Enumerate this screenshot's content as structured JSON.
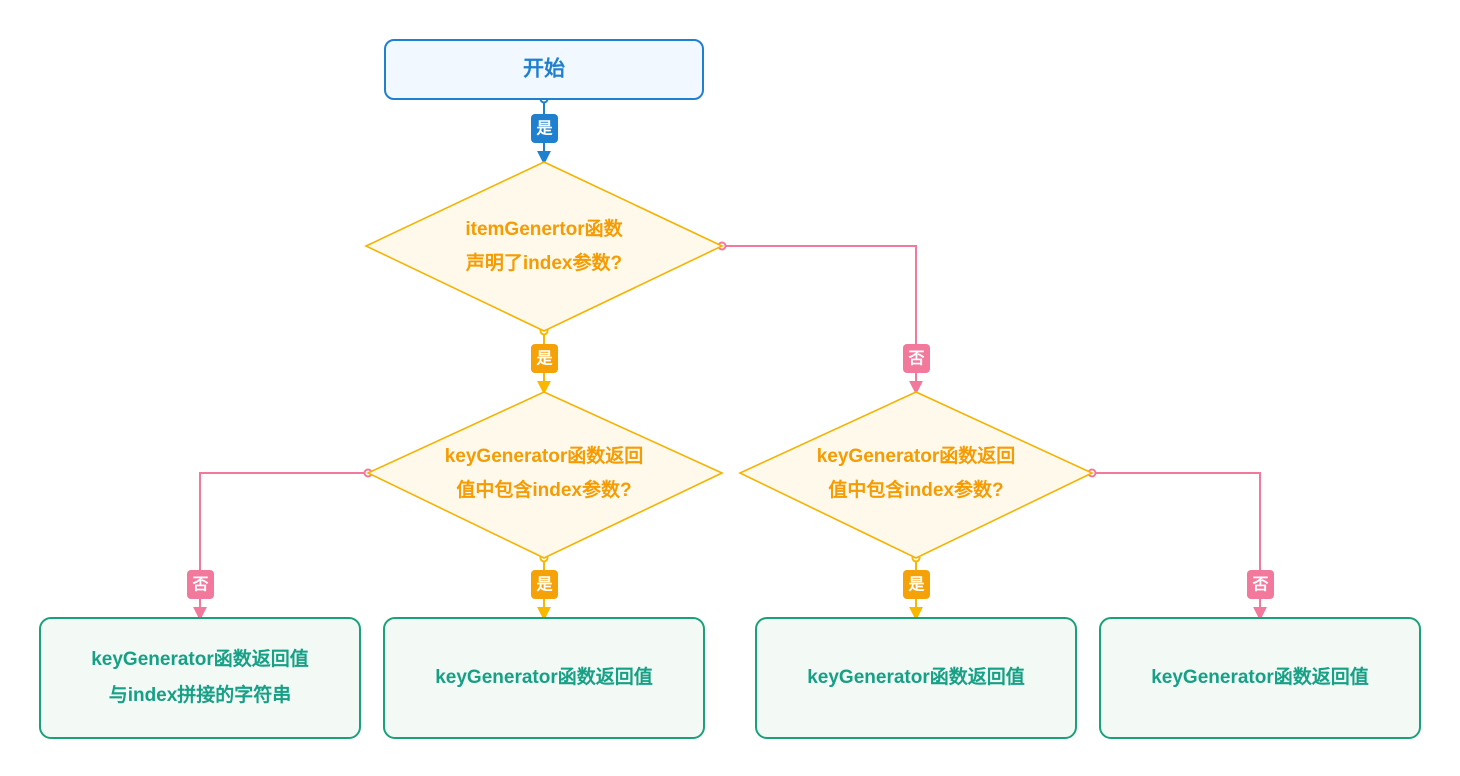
{
  "diagram": {
    "type": "flowchart",
    "title_text": "",
    "colors": {
      "start_stroke": "#2080d0",
      "start_fill": "#f1f8ff",
      "decision_stroke": "#f5b301",
      "decision_fill": "#fff9ec",
      "decision_text": "#f59c02",
      "result_stroke": "#1aa179",
      "result_fill": "#f3faf5",
      "result_text": "#16a085",
      "edge_yes_blue": "#2080d0",
      "edge_yes_orange": "#f9b800",
      "edge_no_pink": "#f2789c",
      "background": "#ffffff"
    },
    "nodes": {
      "start": {
        "label": "开始",
        "shape": "rounded-rect"
      },
      "decision1": {
        "line1": "itemGenertor函数",
        "line2": "声明了index参数?",
        "shape": "diamond"
      },
      "decision2": {
        "line1": "keyGenerator函数返回",
        "line2": "值中包含index参数?",
        "shape": "diamond"
      },
      "decision3": {
        "line1": "keyGenerator函数返回",
        "line2": "值中包含index参数?",
        "shape": "diamond"
      },
      "result1": {
        "line1": "keyGenerator函数返回值",
        "line2": "与index拼接的字符串",
        "shape": "rounded-rect"
      },
      "result2": {
        "line1": "keyGenerator函数返回值",
        "line2": "",
        "shape": "rounded-rect"
      },
      "result3": {
        "line1": "keyGenerator函数返回值",
        "line2": "",
        "shape": "rounded-rect"
      },
      "result4": {
        "line1": "keyGenerator函数返回值",
        "line2": "",
        "shape": "rounded-rect"
      }
    },
    "edges": [
      {
        "id": "start-to-d1",
        "label": "是",
        "color": "blue",
        "from": "start",
        "to": "decision1"
      },
      {
        "id": "d1-yes-to-d2",
        "label": "是",
        "color": "orange",
        "from": "decision1",
        "to": "decision2"
      },
      {
        "id": "d1-no-to-d3",
        "label": "否",
        "color": "pink",
        "from": "decision1",
        "to": "decision3"
      },
      {
        "id": "d2-no-to-r1",
        "label": "否",
        "color": "pink",
        "from": "decision2",
        "to": "result1"
      },
      {
        "id": "d2-yes-to-r2",
        "label": "是",
        "color": "orange",
        "from": "decision2",
        "to": "result2"
      },
      {
        "id": "d3-yes-to-r3",
        "label": "是",
        "color": "orange",
        "from": "decision3",
        "to": "result3"
      },
      {
        "id": "d3-no-to-r4",
        "label": "否",
        "color": "pink",
        "from": "decision3",
        "to": "result4"
      }
    ]
  }
}
